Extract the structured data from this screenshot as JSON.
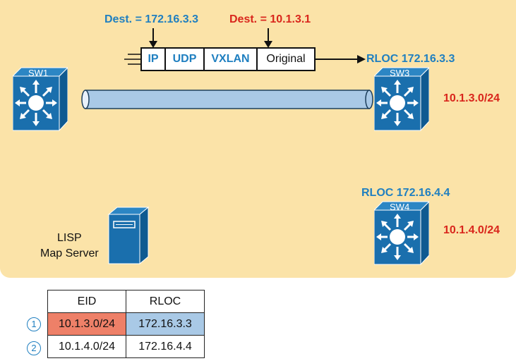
{
  "header": {
    "dest_outer": "Dest. = 172.16.3.3",
    "dest_inner": "Dest. = 10.1.3.1",
    "fields": [
      "IP",
      "UDP",
      "VXLAN",
      "Original"
    ]
  },
  "switches": {
    "sw1": {
      "label": "SW1"
    },
    "sw3": {
      "label": "SW3",
      "rloc": "RLOC 172.16.3.3",
      "subnet": "10.1.3.0/24"
    },
    "sw4": {
      "label": "SW4",
      "rloc": "RLOC 172.16.4.4",
      "subnet": "10.1.4.0/24"
    }
  },
  "map_server": {
    "line1": "LISP",
    "line2": "Map Server"
  },
  "table": {
    "columns": [
      "EID",
      "RLOC"
    ],
    "rows": [
      {
        "num": "1",
        "eid": "10.1.3.0/24",
        "rloc": "172.16.3.3"
      },
      {
        "num": "2",
        "eid": "10.1.4.0/24",
        "rloc": "172.16.4.4"
      }
    ]
  },
  "colors": {
    "panel": "#fbe3a8",
    "blue": "#1f7fc0",
    "red": "#d9261c",
    "switch": "#1a6fad",
    "tunnel": "#a9c9e6",
    "eid_highlight": "#ee8068",
    "rloc_highlight": "#a9c9e6"
  }
}
